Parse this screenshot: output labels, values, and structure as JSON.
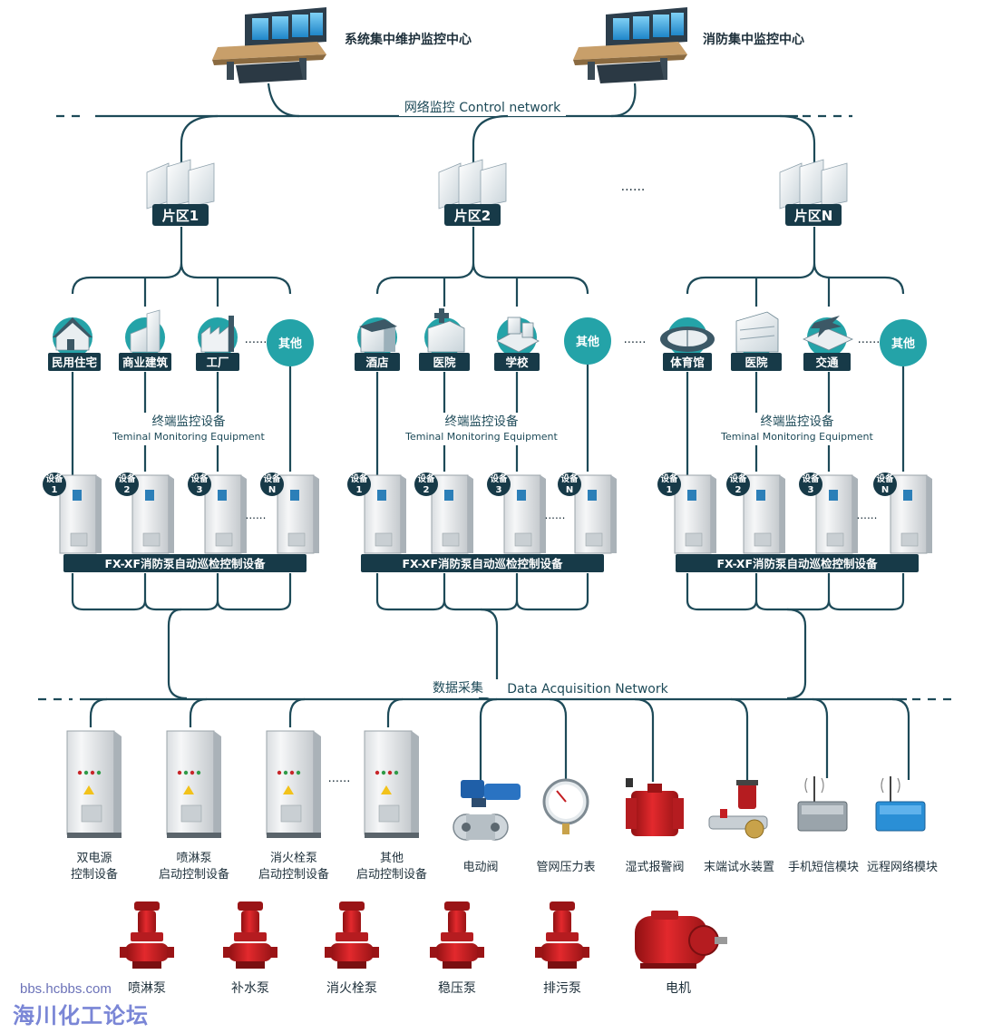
{
  "centers": [
    {
      "label": "系统集中维护监控中心"
    },
    {
      "label": "消防集中监控中心"
    }
  ],
  "control_network": {
    "label": "网络监控 Control network"
  },
  "zones": [
    {
      "label": "片区1"
    },
    {
      "label": "片区2"
    },
    {
      "label": "片区N"
    }
  ],
  "zone_gap_dots": "......",
  "building_groups": [
    {
      "items": [
        "民用住宅",
        "商业建筑",
        "工厂"
      ],
      "other": "其他",
      "dots": "......"
    },
    {
      "items": [
        "酒店",
        "医院",
        "学校"
      ],
      "other": "其他",
      "dots": ""
    },
    {
      "items": [
        "体育馆",
        "医院",
        "交通"
      ],
      "other": "其他",
      "dots": "......"
    }
  ],
  "group_gap_dots": "......",
  "terminal": {
    "cn": "终端监控设备",
    "en": "Teminal Monitoring Equipment"
  },
  "device_word": "设备",
  "device_numbers": [
    "1",
    "2",
    "3",
    "N"
  ],
  "device_dots": "......",
  "control_bar": {
    "label": "FX-XF消防泵自动巡检控制设备"
  },
  "data_network": {
    "cn": "数据采集",
    "en": "Data Acquisition Network"
  },
  "cabinets": [
    {
      "line1": "双电源",
      "line2": "控制设备"
    },
    {
      "line1": "喷淋泵",
      "line2": "启动控制设备"
    },
    {
      "line1": "消火栓泵",
      "line2": "启动控制设备"
    },
    {
      "line1": "其他",
      "line2": "启动控制设备"
    }
  ],
  "cabinet_dots": "......",
  "field_devices": [
    {
      "label": "电动阀",
      "icon": "motorized-valve-icon"
    },
    {
      "label": "管网压力表",
      "icon": "pressure-gauge-icon"
    },
    {
      "label": "湿式报警阀",
      "icon": "alarm-valve-icon"
    },
    {
      "label": "末端试水装置",
      "icon": "test-water-device-icon"
    },
    {
      "label": "手机短信模块",
      "icon": "sms-module-icon"
    },
    {
      "label": "远程网络模块",
      "icon": "network-module-icon"
    }
  ],
  "pumps": [
    {
      "label": "喷淋泵"
    },
    {
      "label": "补水泵"
    },
    {
      "label": "消火栓泵"
    },
    {
      "label": "稳压泵"
    },
    {
      "label": "排污泵"
    },
    {
      "label": "电机"
    }
  ],
  "watermark": {
    "url": "bbs.hcbbs.com",
    "name": "海川化工论坛"
  },
  "colors": {
    "dark": "#173a48",
    "teal": "#24a3a8",
    "line": "#1d4a58",
    "pump_red": "#d7252a",
    "module_blue": "#2a8fd6"
  }
}
